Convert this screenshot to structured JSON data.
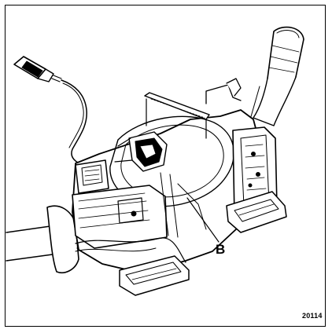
{
  "figure": {
    "callout_label": "B",
    "figure_number": "20114",
    "subject": "steering-column-switch-assembly",
    "line_color": "#000000",
    "background_color": "#ffffff"
  }
}
